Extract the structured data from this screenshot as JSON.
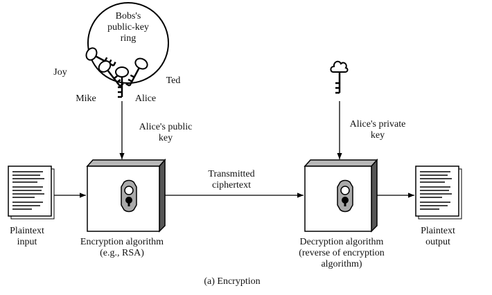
{
  "ring": {
    "line1": "Bobs's",
    "line2": "public-key",
    "line3": "ring"
  },
  "keys": {
    "joy": "Joy",
    "mike": "Mike",
    "alice": "Alice",
    "ted": "Ted"
  },
  "public_key_label": {
    "line1": "Alice's public",
    "line2": "key"
  },
  "private_key_label": {
    "line1": "Alice's private",
    "line2": "key"
  },
  "transmitted": {
    "line1": "Transmitted",
    "line2": "ciphertext"
  },
  "plaintext_input": {
    "line1": "Plaintext",
    "line2": "input"
  },
  "plaintext_output": {
    "line1": "Plaintext",
    "line2": "output"
  },
  "encryption_box": {
    "line1": "Encryption algorithm",
    "line2": "(e.g., RSA)"
  },
  "decryption_box": {
    "line1": "Decryption algorithm",
    "line2": "(reverse of encryption",
    "line3": "algorithm)"
  },
  "caption": "(a) Encryption"
}
